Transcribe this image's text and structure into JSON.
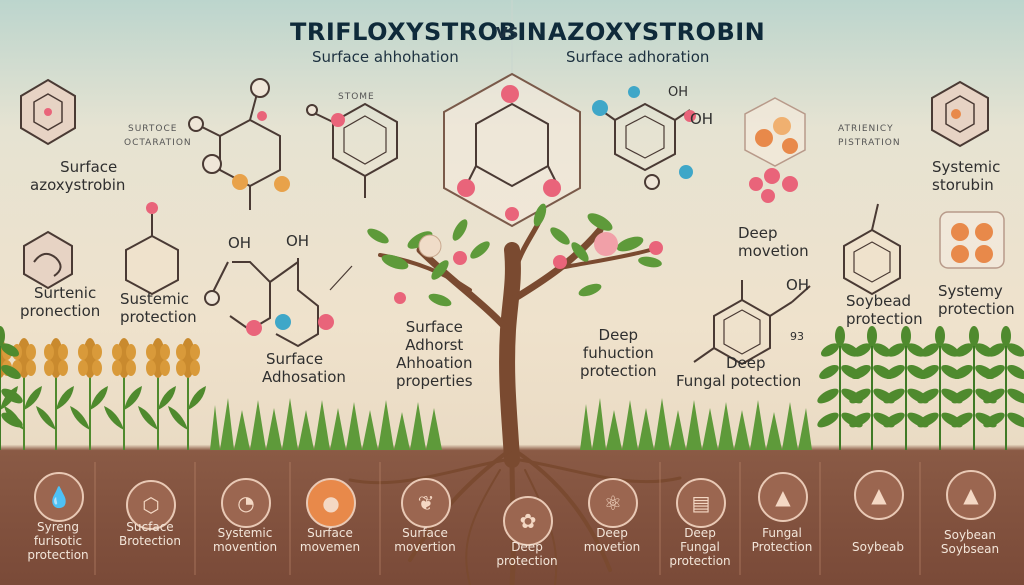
{
  "header": {
    "left_title": "TRIFLOXYSTROBIN",
    "vs": "VS",
    "right_title": "AZOXYSTROBIN",
    "left_subtitle": "Surface ahhohation",
    "right_subtitle": "Surface adhoration"
  },
  "labels": {
    "surtoce": "SURTOCE",
    "octoration": "OCTARATION",
    "stome": "STOME",
    "atrienicy": "ATRIENICY",
    "pistration": "PISTRATION",
    "surface_azoxy_1": "Surface",
    "surface_azoxy_2": "azoxystrobin",
    "systemic_storubin_1": "Systemic",
    "systemic_storubin_2": "storubin",
    "surtenic_1": "Surtenic",
    "surtenic_2": "pronection",
    "sustemic_1": "Sustemic",
    "sustemic_2": "protection",
    "oh_a": "OH",
    "oh_b": "OH",
    "oh_c": "OH",
    "oh_d": "OH",
    "oh_e": "OH",
    "surface_adh_1": "Surface",
    "surface_adh_2": "Adhosation",
    "surface_props_1": "Surface",
    "surface_props_2": "Adhorst",
    "surface_props_3": "Ahhoation",
    "surface_props_4": "properties",
    "deep_fuh_1": "Deep",
    "deep_fuh_2": "fuhuction",
    "deep_fuh_3": "protection",
    "deep_mov_1": "Deep",
    "deep_mov_2": "movetion",
    "deep_fungal_1": "Deep",
    "deep_fungal_2": "Fungal potection",
    "soybead_1": "Soybead",
    "soybead_2": "protection",
    "systemy_1": "Systemy",
    "systemy_2": "protection",
    "num_93": "93"
  },
  "bottom_items": [
    {
      "label": "Syreng\nfurisotic\nprotection"
    },
    {
      "label": "Sucface\nBrotection"
    },
    {
      "label": "Systemic\nmovention"
    },
    {
      "label": "Surface\nmovemen"
    },
    {
      "label": "Surface\nmovertion"
    },
    {
      "label": "Deep\nprotection"
    },
    {
      "label": "Deep\nmovetion"
    },
    {
      "label": "Deep\nFungal\nprotection"
    },
    {
      "label": "Fungal\nProtection"
    },
    {
      "label": "Soybeab"
    },
    {
      "label": "Soybean\nSoybsean"
    }
  ],
  "colors": {
    "root_soil": "#7a4a38",
    "title": "#0f2a3a",
    "wheat": "#c98a2e",
    "soy": "#4f8a2e",
    "bead_pink": "#e9647a",
    "bead_blue": "#3fa7c8",
    "bead_orange": "#e8894a"
  }
}
